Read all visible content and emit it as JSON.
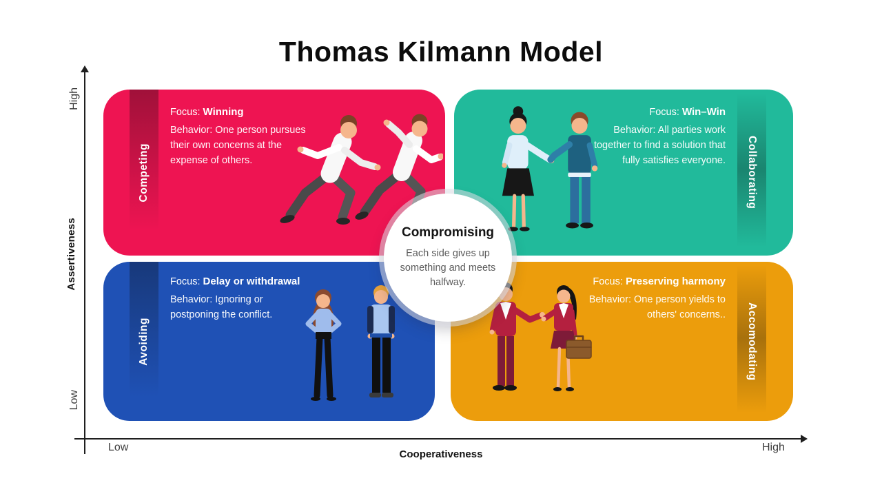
{
  "title": "Thomas Kilmann Model",
  "axes": {
    "y_label": "Assertiveness",
    "y_high": "High",
    "y_low": "Low",
    "x_label": "Cooperativeness",
    "x_low": "Low",
    "x_high": "High"
  },
  "center": {
    "title": "Compromising",
    "description": "Each side gives up something and meets halfway."
  },
  "quadrants": [
    {
      "name": "Competing",
      "focus_label": "Focus:",
      "focus_value": "Winning",
      "behavior": "Behavior: One person pursues their own concerns at the expense of others.",
      "color": "#ee1452",
      "illustration": "two-men-racing"
    },
    {
      "name": "Collaborating",
      "focus_label": "Focus:",
      "focus_value": "Win–Win",
      "behavior": "Behavior: All parties work together to find a solution that fully satisfies everyone.",
      "color": "#21ba9b",
      "illustration": "two-people-shaking-hands"
    },
    {
      "name": "Avoiding",
      "focus_label": "Focus:",
      "focus_value": "Delay or withdrawal",
      "behavior": "Behavior: Ignoring or postponing the conflict.",
      "color": "#1f51b5",
      "illustration": "two-people-standing-apart"
    },
    {
      "name": "Accomodating",
      "focus_label": "Focus:",
      "focus_value": "Preserving harmony",
      "behavior": "Behavior: One person yields to others' concerns..",
      "color": "#ec9d0c",
      "illustration": "business-pair-with-briefcase"
    }
  ]
}
